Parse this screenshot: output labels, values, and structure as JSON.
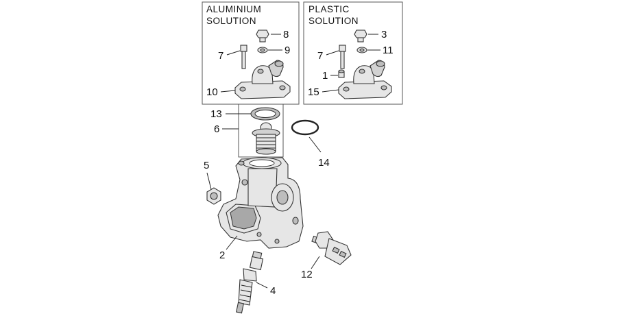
{
  "boxes": {
    "aluminium": {
      "line1": "ALUMINIUM",
      "line2": "SOLUTION"
    },
    "plastic": {
      "line1": "PLASTIC",
      "line2": "SOLUTION"
    }
  },
  "callouts": {
    "p1": "1",
    "p2": "2",
    "p3": "3",
    "p4": "4",
    "p5": "5",
    "p6": "6",
    "p7a": "7",
    "p7b": "7",
    "p8": "8",
    "p9": "9",
    "p10": "10",
    "p11": "11",
    "p12": "12",
    "p13": "13",
    "p14": "14",
    "p15": "15"
  }
}
